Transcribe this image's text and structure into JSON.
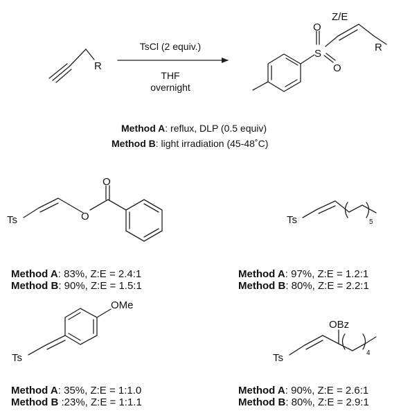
{
  "scheme": {
    "reactant": {
      "r_label": "R"
    },
    "arrow": {
      "above": "TsCl (2 equiv.)",
      "below_1": "THF",
      "below_2": "overnight"
    },
    "product": {
      "stereo_label": "Z/E",
      "o_top": "O",
      "s_label": "S",
      "o_bottom": "O",
      "r_label": "R"
    }
  },
  "methods": [
    {
      "name": "Method A",
      "desc": ": reflux, DLP (0.5 equiv)"
    },
    {
      "name": "Method B",
      "desc": ": light irradiation (45-48˚C)"
    }
  ],
  "products": [
    {
      "ts_label": "Ts",
      "o_ester": "O",
      "o_carbonyl": "O",
      "results": [
        {
          "method": "Method A",
          "text": ": 83%, Z:E = 2.4:1"
        },
        {
          "method": "Method B",
          "text": ": 90%, Z:E = 1.5:1"
        }
      ]
    },
    {
      "ts_label": "Ts",
      "subscript": "5",
      "results": [
        {
          "method": "Method A",
          "text": ": 97%, Z:E = 1.2:1"
        },
        {
          "method": "Method B",
          "text": ": 80%, Z:E = 2.2:1"
        }
      ]
    },
    {
      "ts_label": "Ts",
      "ome_label": "OMe",
      "results": [
        {
          "method": "Method A",
          "text": ": 35%, Z:E = 1:1.0"
        },
        {
          "method": "Method B",
          "text": " :23%, Z:E = 1:1.1"
        }
      ]
    },
    {
      "ts_label": "Ts",
      "obz_label": "OBz",
      "subscript": "4",
      "results": [
        {
          "method": "Method A",
          "text": ": 90%, Z:E = 2.6:1"
        },
        {
          "method": "Method B",
          "text": ": 80%, Z:E = 2.9:1"
        }
      ]
    }
  ]
}
